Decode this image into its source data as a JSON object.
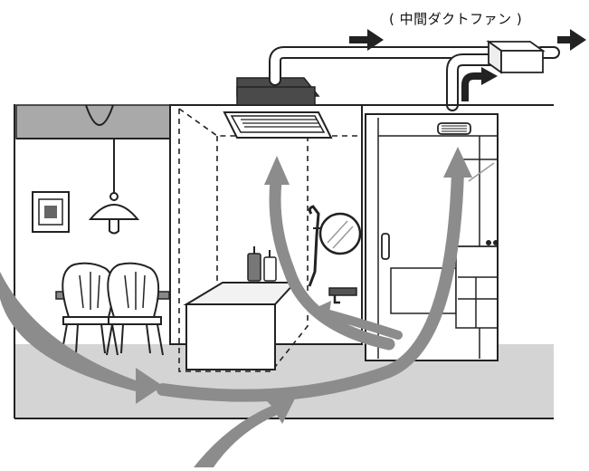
{
  "caption": {
    "fan_label": "( 中間ダクトファン )"
  },
  "colors": {
    "line": "#222222",
    "wall_gray": "#a9a9a9",
    "floor_gray": "#d4d4d4",
    "airflow_arrow": "#8c8c8c",
    "duct_fill": "#ffffff",
    "dark_box": "#4a4a4a"
  },
  "icons": [
    "airflow-arrow",
    "exhaust-arrow",
    "pendant-lamp",
    "chair",
    "shower-head",
    "mirror",
    "faucet"
  ]
}
